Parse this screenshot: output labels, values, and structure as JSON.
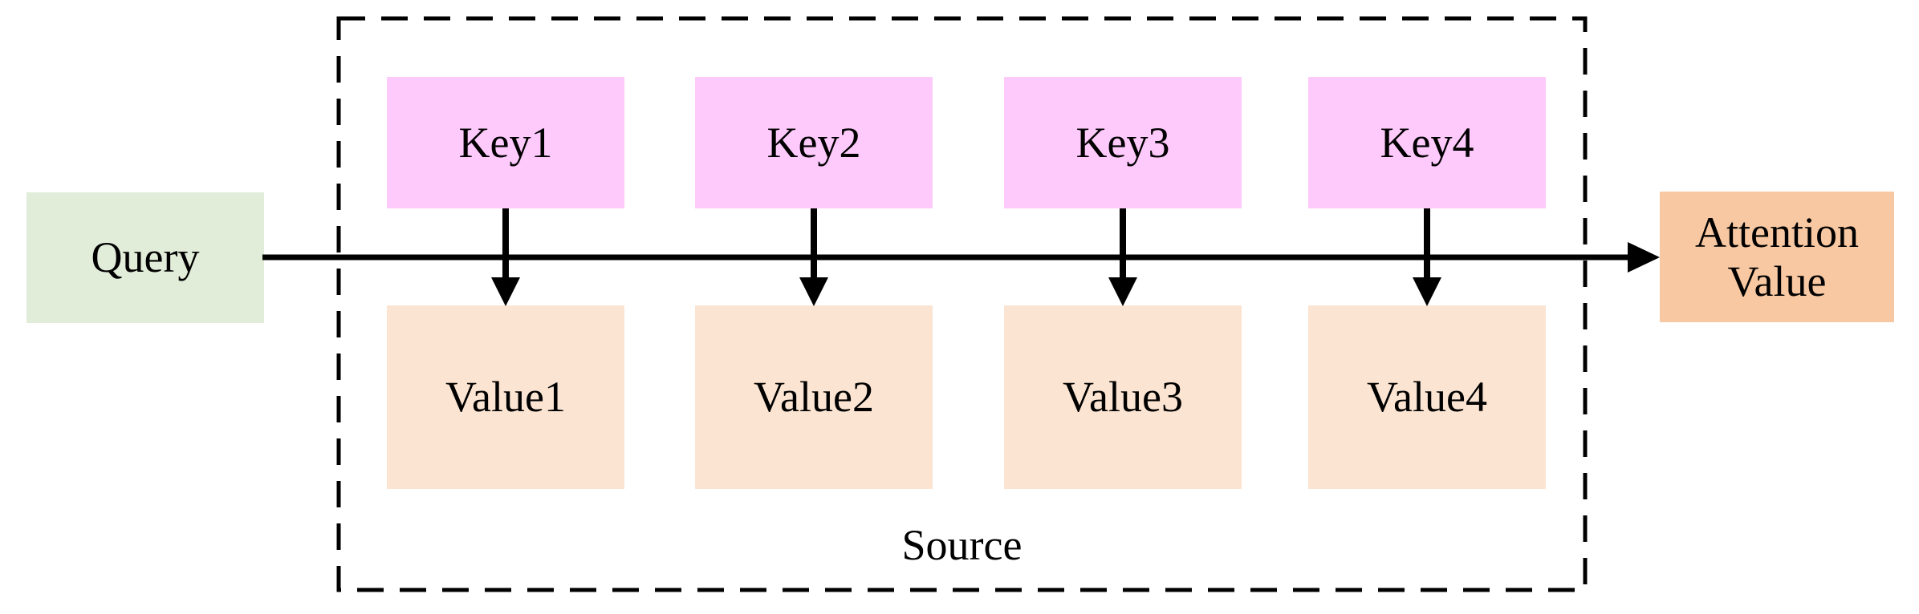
{
  "diagram": {
    "query": {
      "label": "Query"
    },
    "attention": {
      "label": "Attention Value"
    },
    "source": {
      "label": "Source",
      "keys": [
        "Key1",
        "Key2",
        "Key3",
        "Key4"
      ],
      "values": [
        "Value1",
        "Value2",
        "Value3",
        "Value4"
      ]
    },
    "colors": {
      "query_fill": "#e1ecd9",
      "key_fill": "#fec9fb",
      "value_fill": "#fbe4d2",
      "attention_fill": "#f8c8a2",
      "line": "#000000",
      "background": "#ffffff"
    }
  }
}
